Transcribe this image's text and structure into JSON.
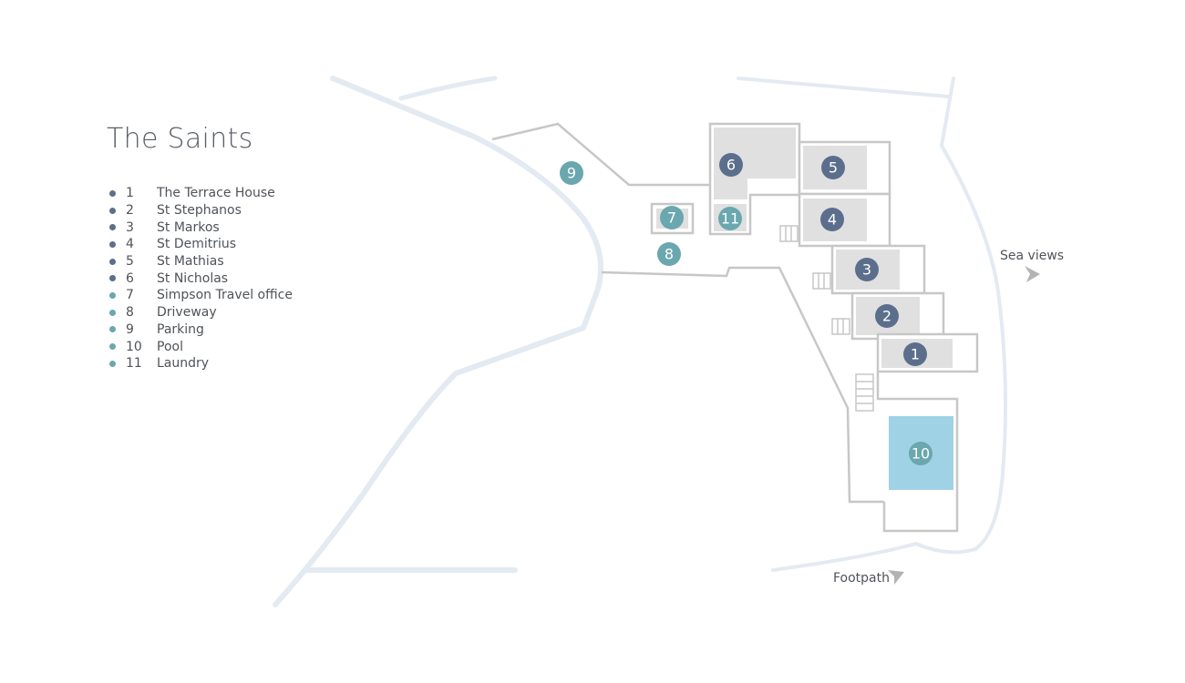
{
  "title": "The Saints",
  "colors": {
    "villa_marker": "#5b6f8d",
    "facility_marker": "#6aa7ae",
    "building_outline": "#c7c7c7",
    "room_fill": "#e0e0e0",
    "pool_fill": "#9fd2e5",
    "road": "#e4eaf2",
    "arrow": "#b3b3b3"
  },
  "legend": [
    {
      "number": "1",
      "label": "The Terrace House",
      "kind": "villa"
    },
    {
      "number": "2",
      "label": "St Stephanos",
      "kind": "villa"
    },
    {
      "number": "3",
      "label": "St Markos",
      "kind": "villa"
    },
    {
      "number": "4",
      "label": "St Demitrius",
      "kind": "villa"
    },
    {
      "number": "5",
      "label": "St Mathias",
      "kind": "villa"
    },
    {
      "number": "6",
      "label": "St Nicholas",
      "kind": "villa"
    },
    {
      "number": "7",
      "label": "Simpson Travel office",
      "kind": "facility"
    },
    {
      "number": "8",
      "label": "Driveway",
      "kind": "facility"
    },
    {
      "number": "9",
      "label": "Parking",
      "kind": "facility"
    },
    {
      "number": "10",
      "label": "Pool",
      "kind": "facility"
    },
    {
      "number": "11",
      "label": "Laundry",
      "kind": "facility"
    }
  ],
  "annotations": {
    "sea_views": "Sea views",
    "footpath": "Footpath"
  }
}
